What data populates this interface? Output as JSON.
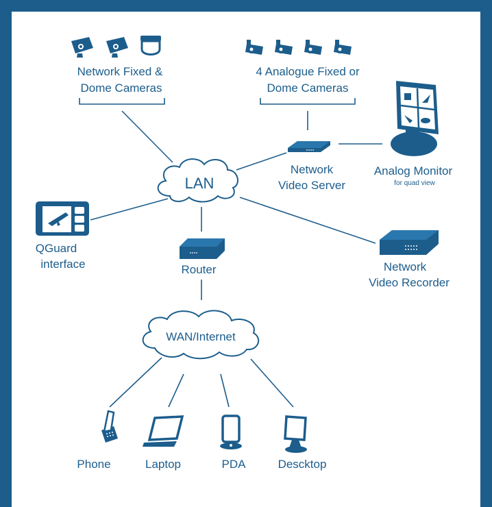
{
  "colors": {
    "frame": "#1c5d8c",
    "ink": "#1c5d8c",
    "background": "#ffffff"
  },
  "groups": {
    "network_cameras": {
      "line1": "Network Fixed &",
      "line2": "Dome Cameras"
    },
    "analogue_cameras": {
      "line1": "4 Analogue Fixed or",
      "line2": "Dome Cameras"
    }
  },
  "nodes": {
    "lan": "LAN",
    "wan": "WAN/Internet",
    "video_server": {
      "line1": "Network",
      "line2": "Video Server"
    },
    "analog_monitor": {
      "title": "Analog Monitor",
      "subtitle": "for quad view"
    },
    "qguard": {
      "line1": "QGuard",
      "line2": "interface"
    },
    "router": "Router",
    "recorder": {
      "line1": "Network",
      "line2": "Video Recorder"
    }
  },
  "clients": {
    "phone": "Phone",
    "laptop": "Laptop",
    "pda": "PDA",
    "desktop": "Descktop"
  },
  "icons": [
    "network-camera-icon",
    "dome-camera-icon",
    "analogue-camera-icon",
    "video-server-icon",
    "monitor-icon",
    "qguard-icon",
    "router-icon",
    "recorder-icon",
    "phone-icon",
    "laptop-icon",
    "pda-icon",
    "desktop-icon",
    "cloud-icon"
  ]
}
